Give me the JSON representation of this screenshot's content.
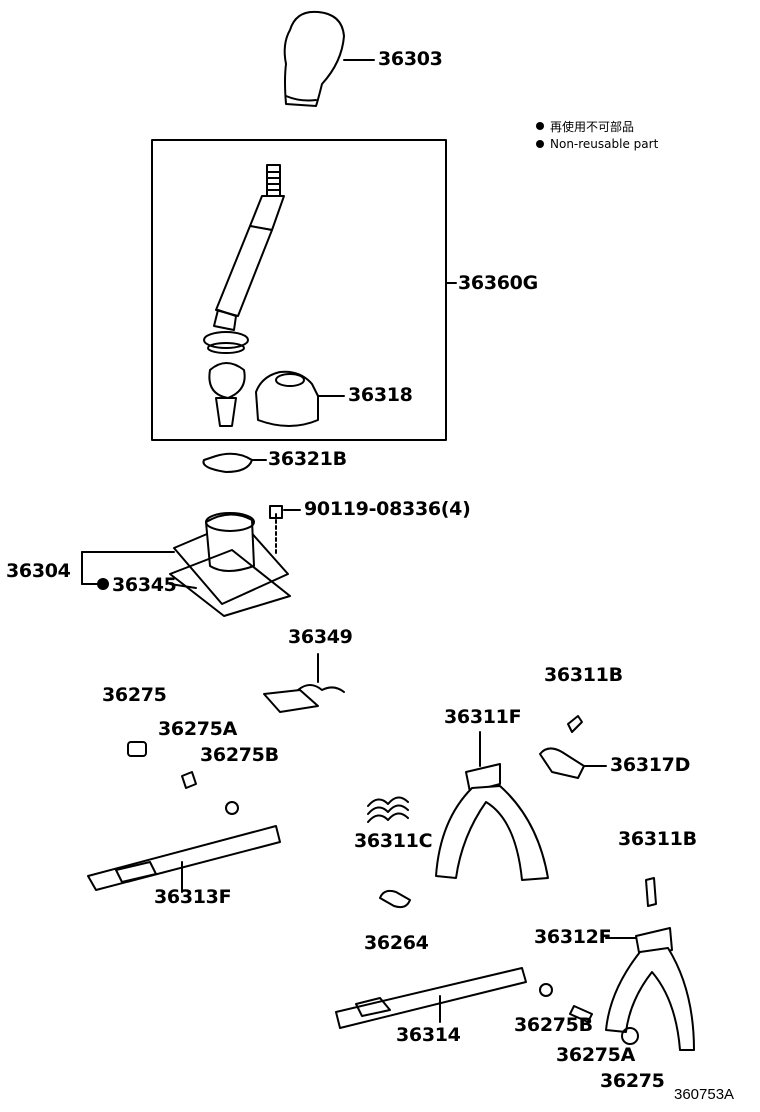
{
  "legend": {
    "items": [
      {
        "label": "再使用不可部品"
      },
      {
        "label": "Non-reusable part"
      }
    ]
  },
  "parts": {
    "p36303": "36303",
    "p36360G": "36360G",
    "p36318": "36318",
    "p36321B": "36321B",
    "p90119": "90119-08336(4)",
    "p36304": "36304",
    "p36345": "36345",
    "p36349": "36349",
    "p36275_left": "36275",
    "p36275A_left": "36275A",
    "p36275B_left": "36275B",
    "p36313F": "36313F",
    "p36311F": "36311F",
    "p36311B_top": "36311B",
    "p36317D": "36317D",
    "p36311C": "36311C",
    "p36311B_right": "36311B",
    "p36264": "36264",
    "p36312F": "36312F",
    "p36314": "36314",
    "p36275B_right": "36275B",
    "p36275A_right": "36275A",
    "p36275_right": "36275"
  },
  "figure_id": "360753A"
}
